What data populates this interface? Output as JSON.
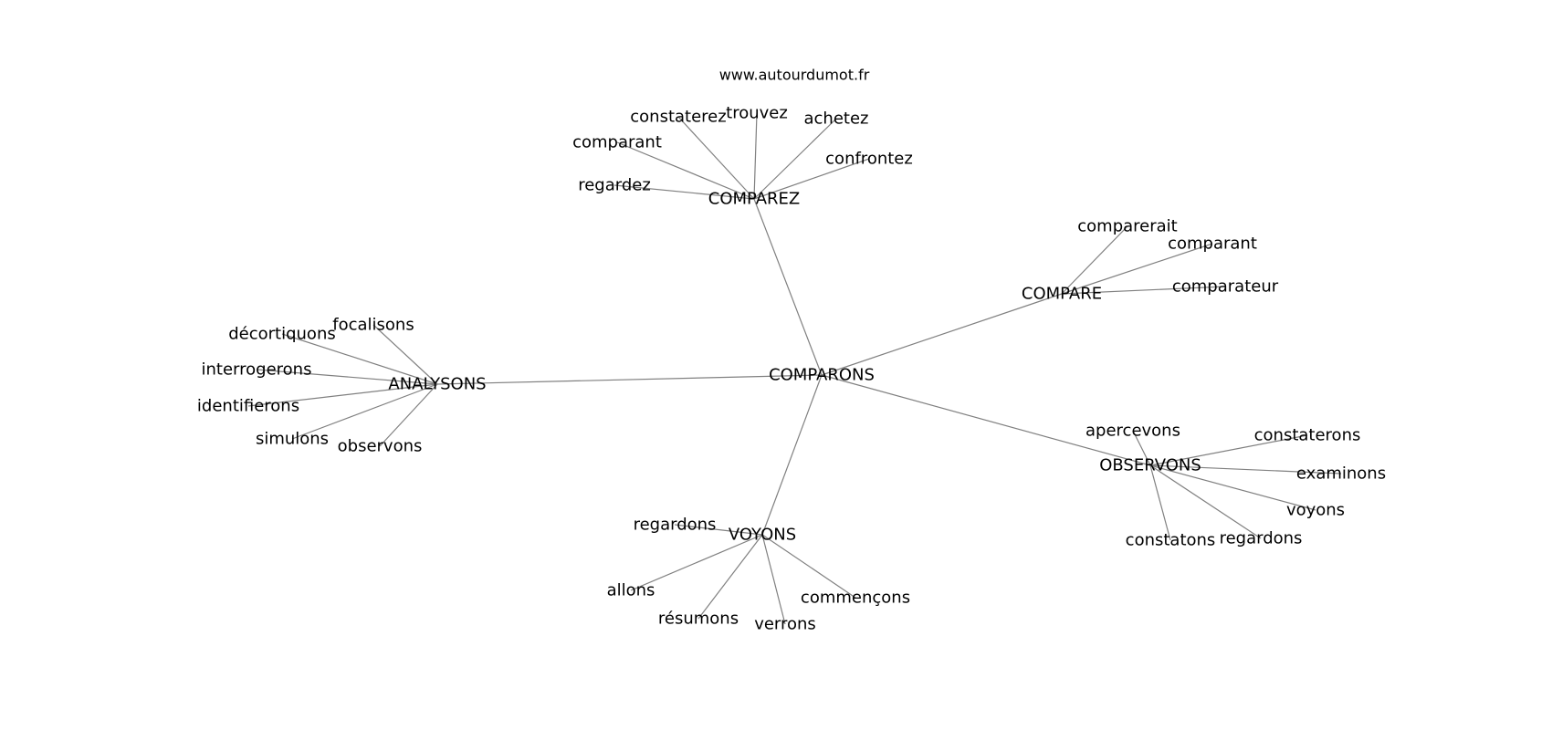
{
  "watermark": "www.autourdumot.fr",
  "colors": {
    "edge": "#808080",
    "text": "#000000",
    "background": "#ffffff"
  },
  "graph": {
    "center": "COMPARONS",
    "hubs": [
      {
        "id": "comparez",
        "label": "COMPAREZ",
        "leaves": [
          "regardez",
          "comparant",
          "constaterez",
          "trouvez",
          "achetez",
          "confrontez"
        ]
      },
      {
        "id": "compare",
        "label": "COMPARE",
        "leaves": [
          "comparerait",
          "comparant",
          "comparateur"
        ]
      },
      {
        "id": "analysons",
        "label": "ANALYSONS",
        "leaves": [
          "focalisons",
          "décortiquons",
          "interrogerons",
          "identifierons",
          "simulons",
          "observons"
        ]
      },
      {
        "id": "observons",
        "label": "OBSERVONS",
        "leaves": [
          "apercevons",
          "constaterons",
          "examinons",
          "voyons",
          "regardons",
          "constatons"
        ]
      },
      {
        "id": "voyons",
        "label": "VOYONS",
        "leaves": [
          "regardons",
          "allons",
          "résumons",
          "verrons",
          "commençons"
        ]
      }
    ]
  }
}
